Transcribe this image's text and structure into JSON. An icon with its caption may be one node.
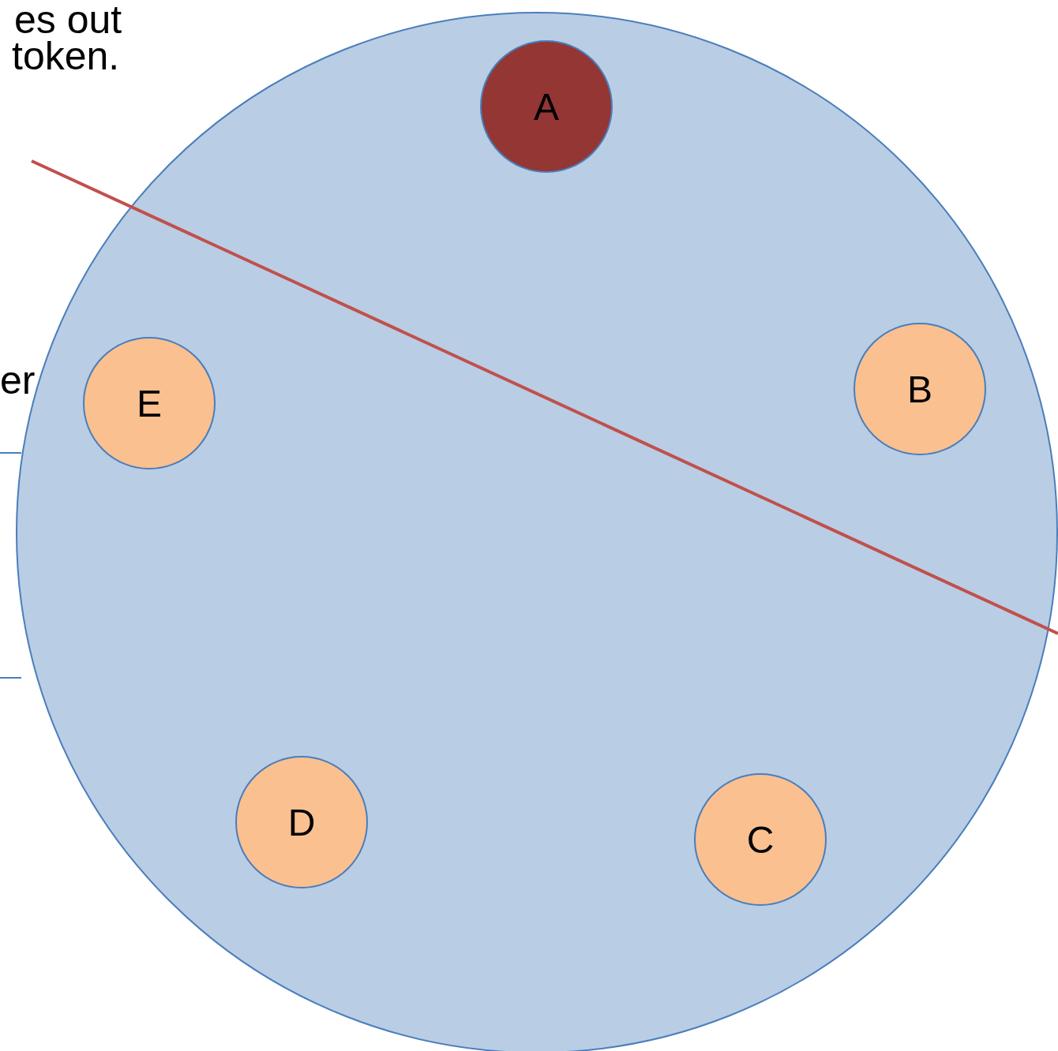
{
  "diagram": {
    "nodes": [
      {
        "text": [],
        "shape": "circle"
      },
      {
        "text": [
          "A"
        ],
        "in": 0
      },
      {
        "text": [
          "B"
        ],
        "in": 0
      },
      {
        "text": [
          "C"
        ],
        "in": 0
      },
      {
        "text": [
          "D"
        ],
        "in": 0
      },
      {
        "text": [
          "E"
        ],
        "in": 0
      }
    ],
    "edges": [],
    "labels": [
      "es out",
      "token.",
      "er"
    ]
  }
}
